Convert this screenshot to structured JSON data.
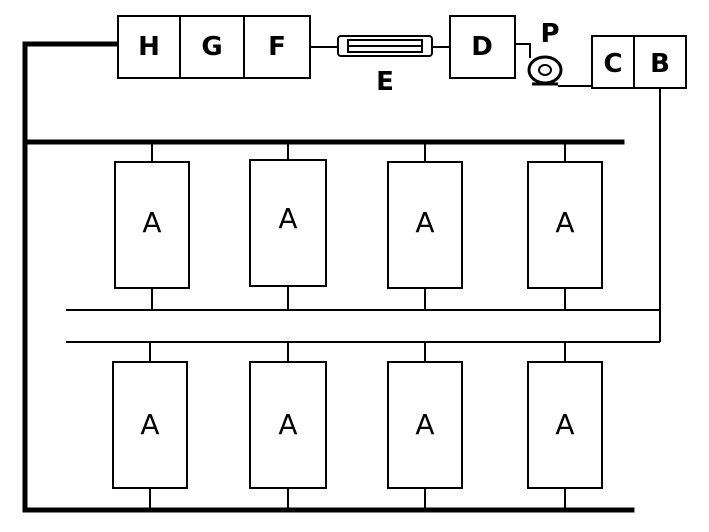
{
  "diagram": {
    "labels": {
      "h": "H",
      "g": "G",
      "f": "F",
      "e": "E",
      "d": "D",
      "p": "P",
      "c": "C",
      "b": "B"
    },
    "unit_label": "A",
    "colors": {
      "line": "#000000",
      "background": "#ffffff"
    }
  }
}
